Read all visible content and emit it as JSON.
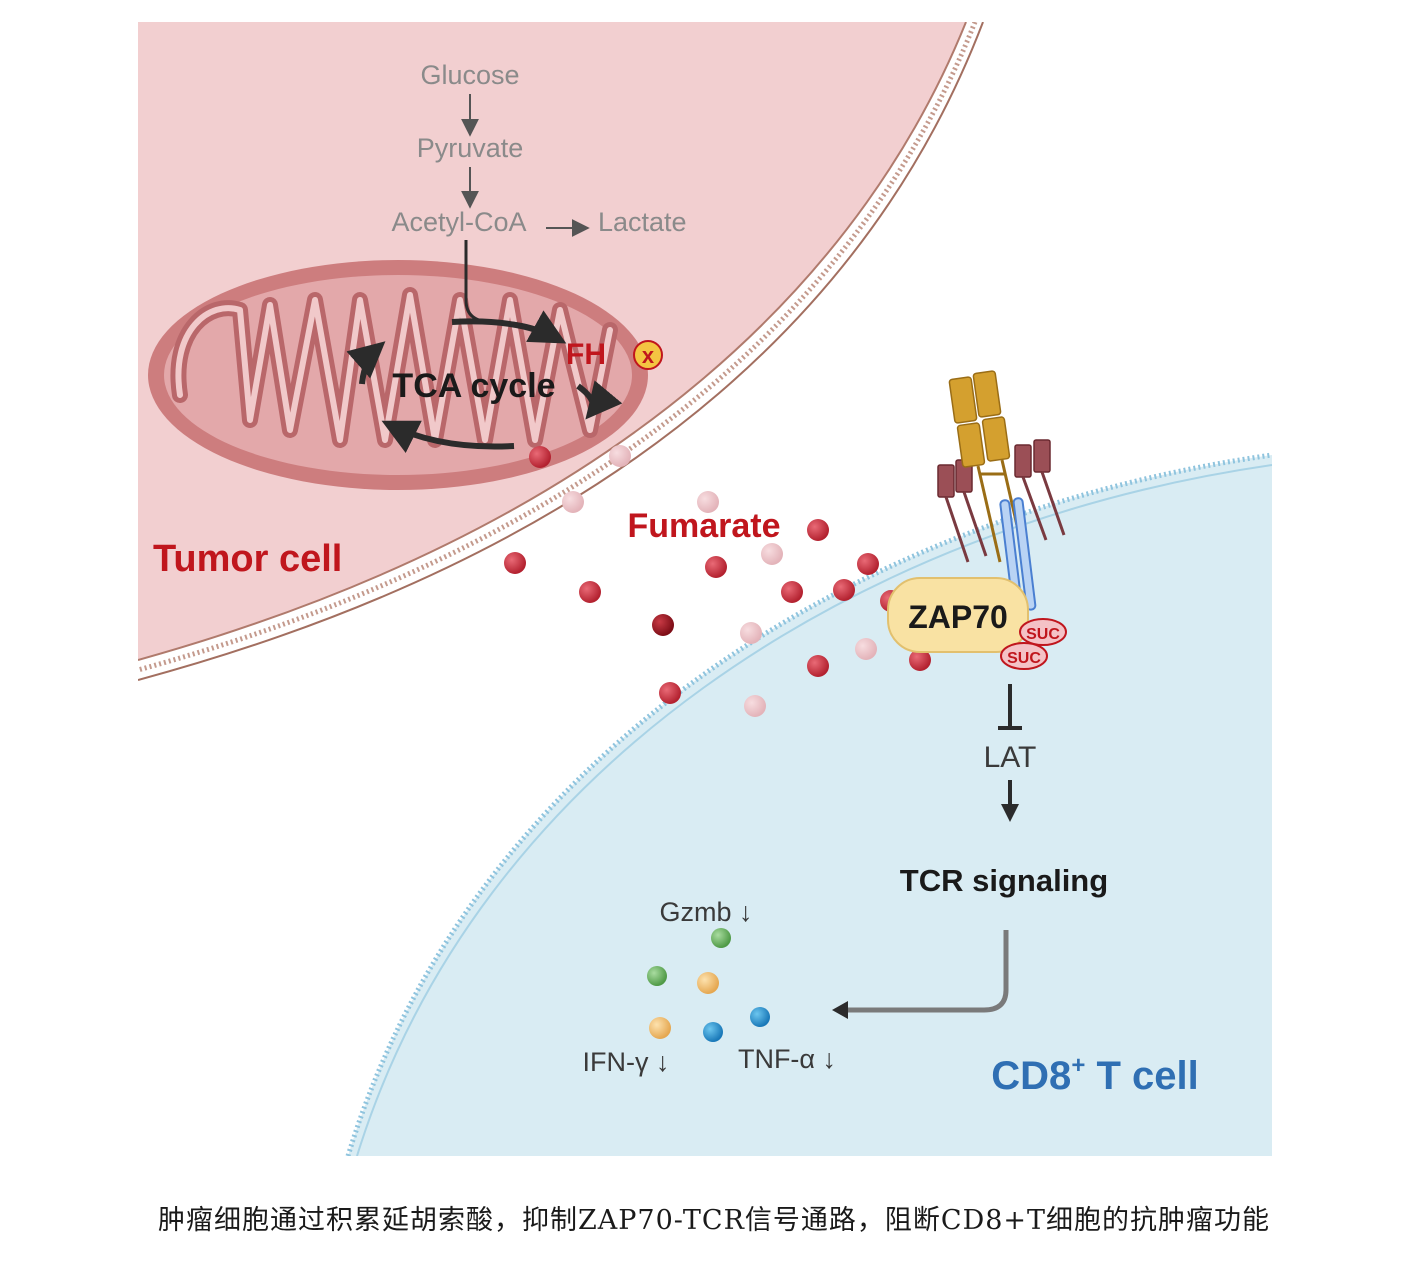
{
  "pathway": {
    "glucose": "Glucose",
    "pyruvate": "Pyruvate",
    "acetyl_coa": "Acetyl-CoA",
    "lactate": "Lactate"
  },
  "mito": {
    "tca": "TCA cycle",
    "fh": "FH",
    "block_mark": "x"
  },
  "cells": {
    "tumor": "Tumor cell",
    "tcell_main": "CD8",
    "tcell_sup": "+",
    "tcell_rest": " T cell"
  },
  "metabolite": "Fumarate",
  "signaling": {
    "zap70": "ZAP70",
    "suc": "SUC",
    "lat": "LAT",
    "tcr": "TCR signaling"
  },
  "cytokines": {
    "gzmb": "Gzmb ↓",
    "ifng": "IFN-γ ↓",
    "tnfa": "TNF-α ↓"
  },
  "caption": "肿瘤细胞通过积累延胡索酸，抑制ZAP70-TCR信号通路，阻断CD8+T细胞的抗肿瘤功能",
  "colors": {
    "tumor_fill": "#f2cfd0",
    "tumor_label": "#c0161d",
    "tcell_fill": "#d9ecf3",
    "tcell_label": "#2f6fb3",
    "fumarate": "#c0161d"
  }
}
